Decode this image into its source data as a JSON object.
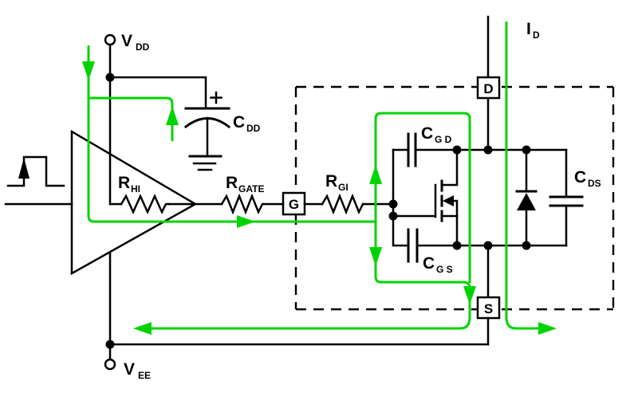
{
  "colors": {
    "background": "#ffffff",
    "wire": "#000000",
    "current_path": "#00d400"
  },
  "labels": {
    "vdd": {
      "main": "V",
      "sub": "DD"
    },
    "cdd": {
      "main": "C",
      "sub": "DD"
    },
    "rhi": {
      "main": "R",
      "sub": "HI"
    },
    "rgate": {
      "main": "R",
      "sub": "GATE"
    },
    "rgi": {
      "main": "R",
      "sub": "GI"
    },
    "cgd": {
      "main": "C",
      "sub": "G D"
    },
    "cgs": {
      "main": "C",
      "sub": "G S"
    },
    "cds": {
      "main": "C",
      "sub": "DS"
    },
    "id": {
      "main": "I",
      "sub": "D"
    },
    "vee": {
      "main": "V",
      "sub": "EE"
    }
  },
  "terminals": {
    "gate": "G",
    "drain": "D",
    "source": "S"
  }
}
